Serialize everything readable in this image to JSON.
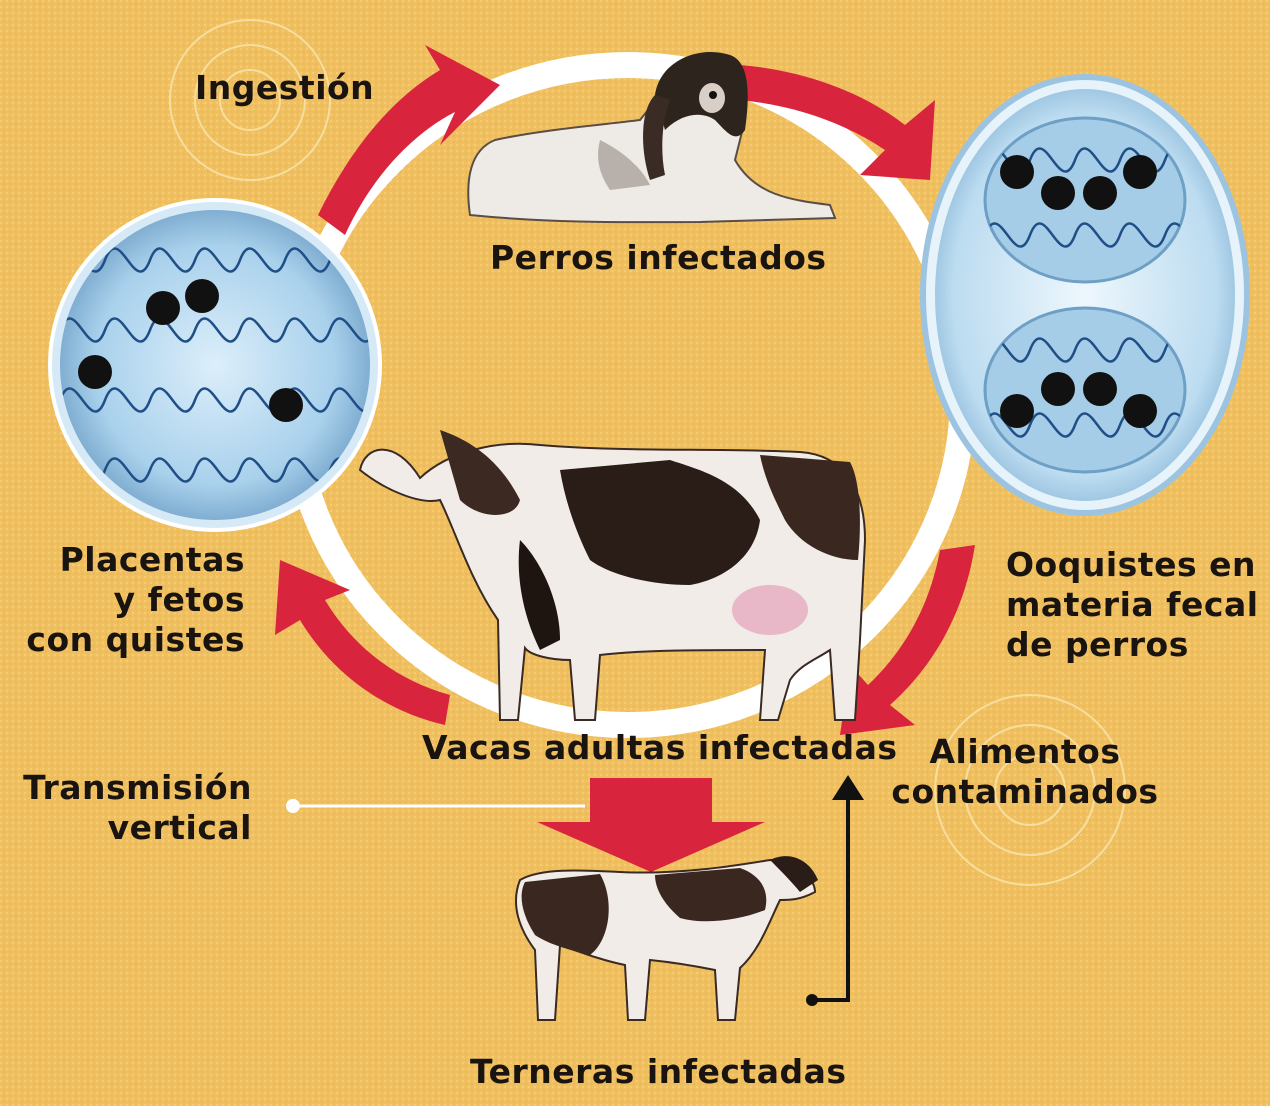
{
  "labels": {
    "ingestion": "Ingestión",
    "perros": "Perros infectados",
    "placentas": "Placentas\ny fetos\ncon quistes",
    "ooquistes": "Ooquistes en\nmateria fecal\nde perros",
    "vacas": "Vacas adultas infectadas",
    "alimentos": "Alimentos\ncontaminados",
    "transmision": "Transmisión\nvertical",
    "terneras": "Terneras infectadas"
  },
  "colors": {
    "background": "#f0c060",
    "arrow": "#d8253d",
    "ring": "#ffffff",
    "cyst": "#a9d1ec",
    "dot": "#111111"
  },
  "icons": [
    "dog-illustration",
    "cow-illustration",
    "calf-illustration",
    "tissue-cyst-icon",
    "oocyst-icon"
  ]
}
